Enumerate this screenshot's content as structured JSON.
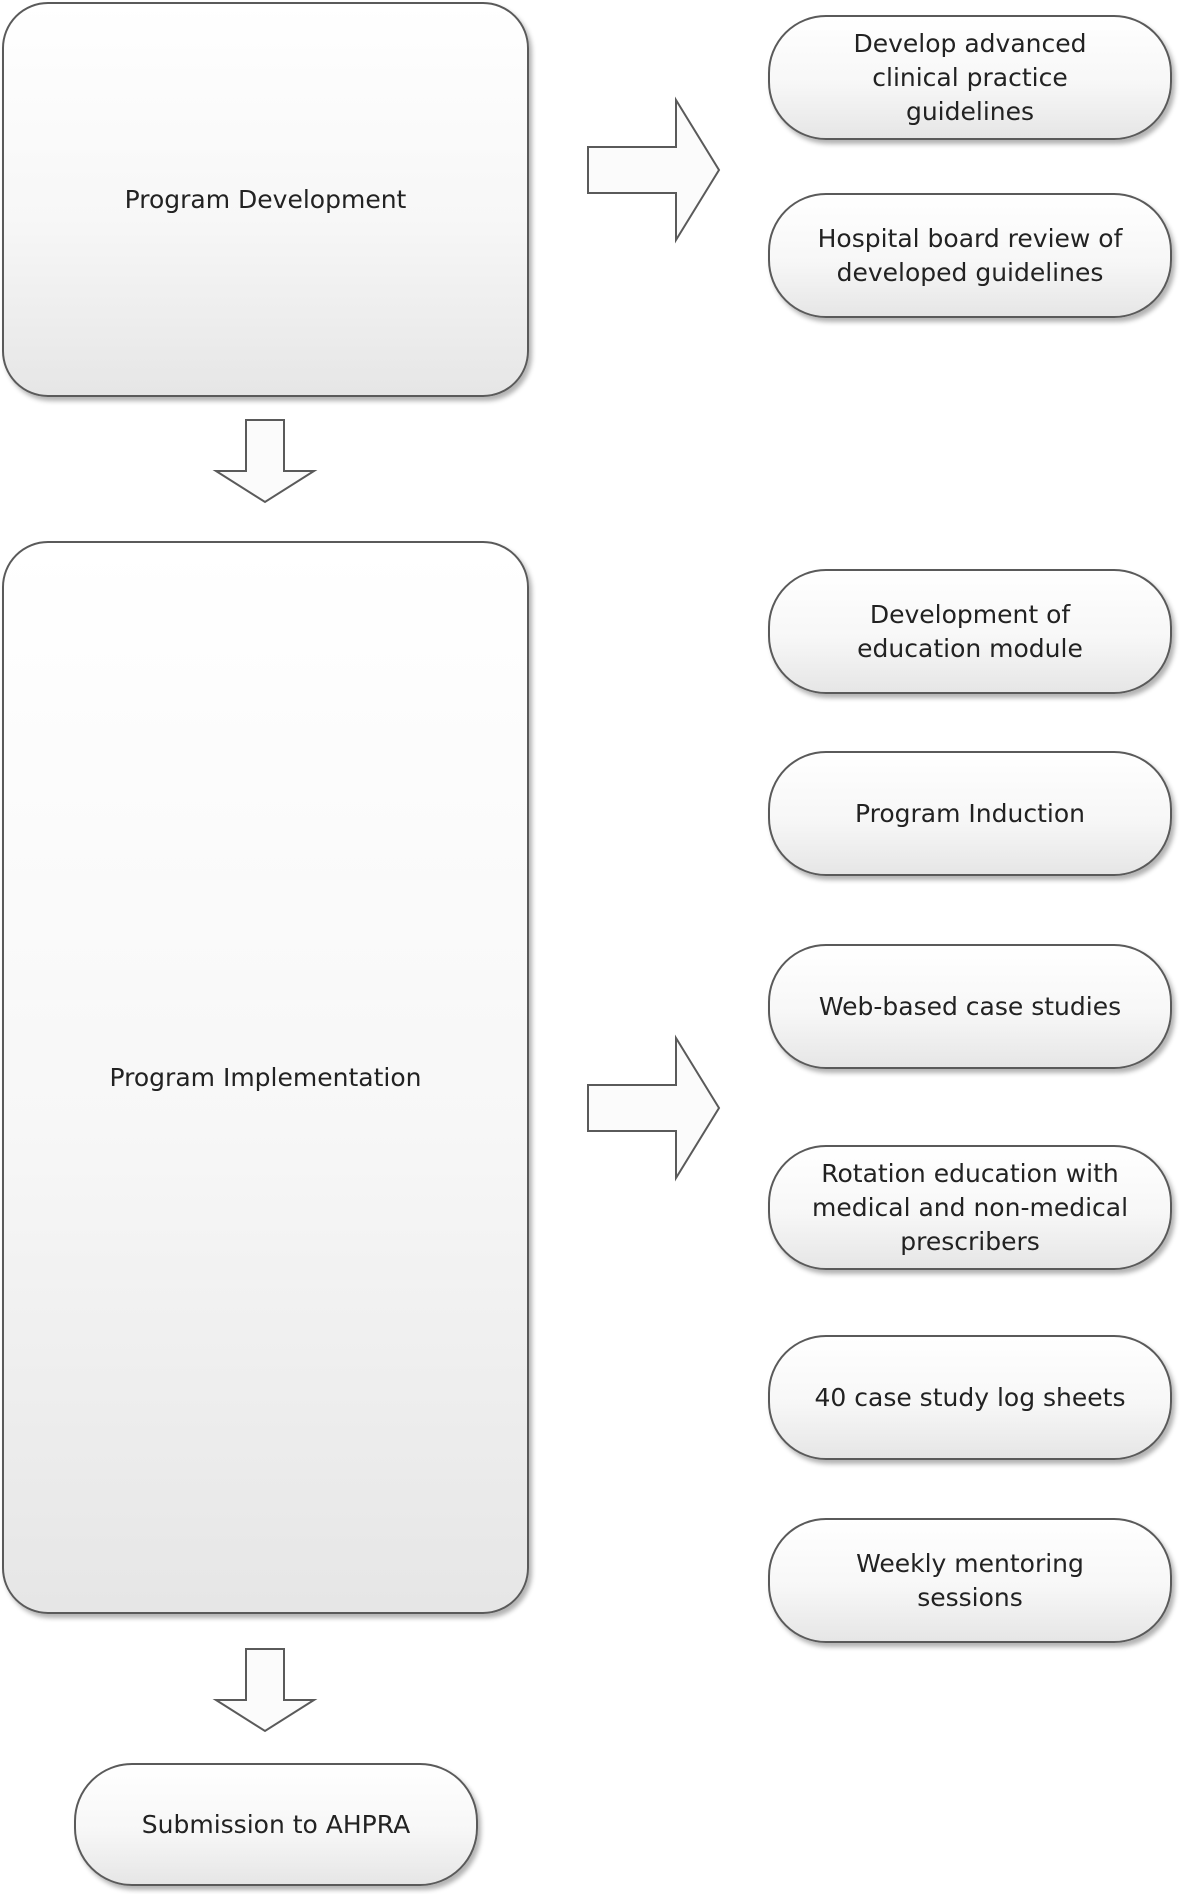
{
  "stages": {
    "development": "Program Development",
    "implementation": "Program Implementation",
    "submission": "Submission to AHPRA"
  },
  "development_steps": [
    "Develop advanced clinical practice guidelines",
    "Hospital board review of developed guidelines"
  ],
  "implementation_steps": [
    "Development of education module",
    "Program Induction",
    "Web-based case studies",
    "Rotation education with medical and non-medical prescribers",
    "40 case study log sheets",
    "Weekly mentoring sessions"
  ]
}
